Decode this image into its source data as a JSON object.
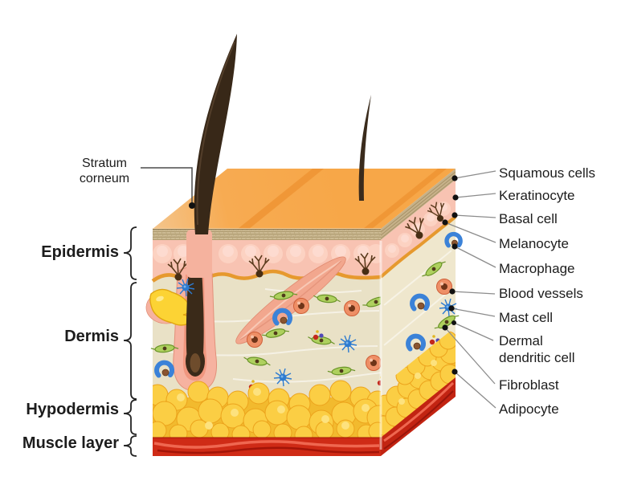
{
  "diagram": {
    "type": "skin-anatomy-cross-section",
    "left_labels": {
      "stratum_corneum": "Stratum corneum",
      "epidermis": "Epidermis",
      "dermis": "Dermis",
      "hypodermis": "Hypodermis",
      "muscle_layer": "Muscle layer"
    },
    "right_labels": {
      "squamous": "Squamous cells",
      "keratinocyte": "Keratinocyte",
      "basal": "Basal cell",
      "melanocyte": "Melanocyte",
      "macrophage": "Macrophage",
      "blood_vessels": "Blood vessels",
      "mast": "Mast cell",
      "dermal_dendritic": "Dermal dendritic cell",
      "fibroblast": "Fibroblast",
      "adipocyte": "Adipocyte"
    },
    "colors": {
      "skin_surface": "#f7a84a",
      "stratum_corneum": "#cdbb94",
      "epidermis": "#f8c3b2",
      "basal_line": "#e6992e",
      "dermis": "#e9e1c6",
      "fat": "#fbce44",
      "muscle": "#cf2b16",
      "hair": "#3a2a19",
      "leader_line": "#8c8c8c",
      "label_text": "#1c1c1c"
    }
  }
}
